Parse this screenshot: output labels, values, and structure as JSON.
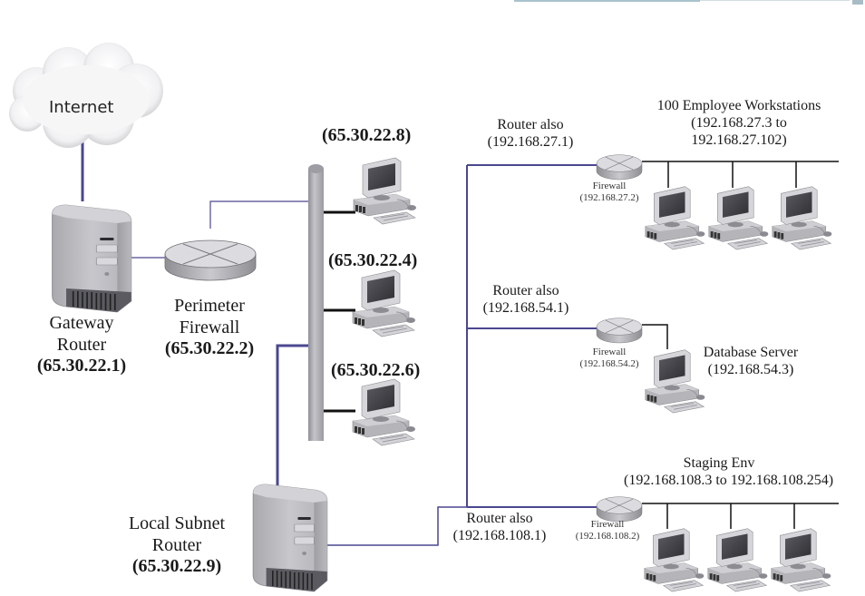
{
  "title": "Network topology diagram",
  "colors": {
    "link_purple": "#4b478f",
    "link_black": "#111111",
    "device_gray": "#b9b9bf",
    "backbone_gray": "#a7a7ad"
  },
  "cloud": {
    "label": "Internet",
    "icon": "cloud-icon"
  },
  "gateway_router": {
    "lines": [
      "Gateway",
      "Router"
    ],
    "ip": "(65.30.22.1)",
    "icon": "server-tower-icon"
  },
  "perimeter_firewall": {
    "lines": [
      "Perimeter",
      "Firewall"
    ],
    "ip": "(65.30.22.2)",
    "icon": "router-disc-icon"
  },
  "dmz_hosts": [
    {
      "ip": "(65.30.22.8)",
      "icon": "desktop-computer-icon"
    },
    {
      "ip": "(65.30.22.4)",
      "icon": "desktop-computer-icon"
    },
    {
      "ip": "(65.30.22.6)",
      "icon": "desktop-computer-icon"
    }
  ],
  "local_subnet_router": {
    "lines": [
      "Local Subnet",
      "Router"
    ],
    "ip": "(65.30.22.9)",
    "icon": "server-tower-icon"
  },
  "subnets": [
    {
      "router_label": "Router also",
      "router_ip": "(192.168.27.1)",
      "firewall_label": "Firewall",
      "firewall_ip": "(192.168.27.2)",
      "group_title": "100 Employee Workstations",
      "group_range_lines": [
        "(192.168.27.3 to",
        "192.168.27.102)"
      ],
      "host_count_shown": 3
    },
    {
      "router_label": "Router also",
      "router_ip": "(192.168.54.1)",
      "firewall_label": "Firewall",
      "firewall_ip": "(192.168.54.2)",
      "group_title": "Database Server",
      "group_range_lines": [
        "(192.168.54.3)"
      ],
      "host_count_shown": 1
    },
    {
      "router_label": "Router also",
      "router_ip": "(192.168.108.1)",
      "firewall_label": "Firewall",
      "firewall_ip": "(192.168.108.2)",
      "group_title": "Staging Env",
      "group_range_lines": [
        "(192.168.108.3 to 192.168.108.254)"
      ],
      "host_count_shown": 3
    }
  ]
}
